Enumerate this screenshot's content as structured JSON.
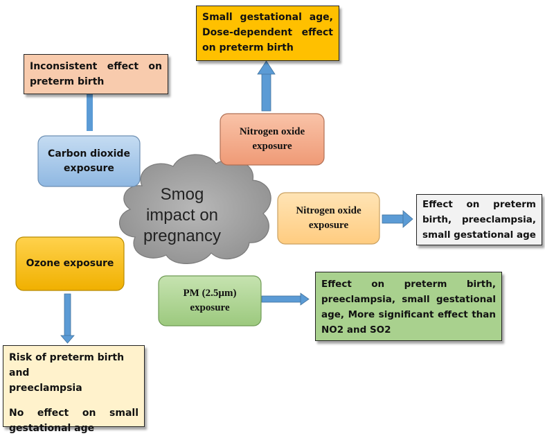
{
  "center": {
    "line1": "Smog",
    "line2": "impact on",
    "line3": "pregnancy"
  },
  "nodes": {
    "carbon_dioxide": {
      "line1": "Carbon dioxide",
      "line2": "exposure"
    },
    "nitrogen_oxide_top": {
      "line1": "Nitrogen oxide",
      "line2": "exposure"
    },
    "nitrogen_oxide_right": {
      "line1": "Nitrogen oxide",
      "line2": "exposure"
    },
    "ozone": {
      "label": "Ozone exposure"
    },
    "pm25": {
      "line1": "PM (2.5µm)",
      "line2": "exposure"
    }
  },
  "effects": {
    "carbon_dioxide": {
      "line1": "Inconsistent effect on",
      "line2": "preterm birth"
    },
    "nitrogen_oxide_top": {
      "line1": "Small gestational age,",
      "line2": "Dose-dependent effect",
      "line3": "on preterm birth"
    },
    "nitrogen_oxide_right": {
      "line1": "Effect on preterm",
      "line2": "birth, preeclampsia,",
      "line3": "small gestational age"
    },
    "pm25": {
      "line1": "Effect on preterm birth,",
      "line2": "preeclampsia, small gestational",
      "line3": "age, More significant effect than",
      "line4": "NO2 and SO2"
    },
    "ozone": {
      "line1": "Risk of preterm birth and",
      "line2": "preeclampsia",
      "line3": "No effect on small",
      "line4": "gestational age"
    }
  },
  "colors": {
    "peach": "#f8cbad",
    "amber": "#ffc000",
    "salmon": "#f4a582",
    "blue_node": "#9dc3e6",
    "light_orange": "#ffd699",
    "gray": "#f2f2f2",
    "green": "#a9d18e",
    "cream": "#fff2cc",
    "cloud": "#a6a6a6",
    "arrow": "#5b9bd5"
  }
}
